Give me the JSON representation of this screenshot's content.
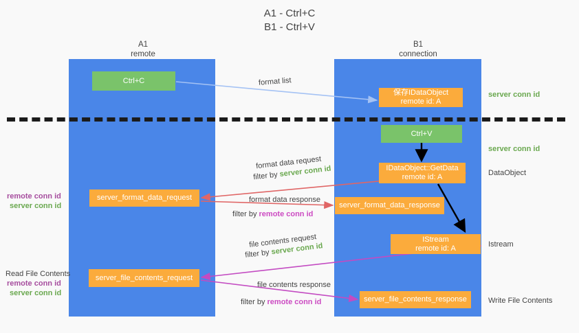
{
  "title": {
    "line1": "A1 - Ctrl+C",
    "line2": "B1 - Ctrl+V"
  },
  "columns": [
    {
      "id": "a1",
      "name": "A1",
      "subtitle": "remote"
    },
    {
      "id": "b1",
      "name": "B1",
      "subtitle": "connection"
    }
  ],
  "nodes": {
    "ctrl_c": "Ctrl+C",
    "store_dataobject": "保存IDataObject\nremote id: A",
    "store_dataobject_l1": "保存IDataObject",
    "store_dataobject_l2": "remote id: A",
    "ctrl_v": "Ctrl+V",
    "getdata_l1": "IDataObject::GetData",
    "getdata_l2": "remote id: A",
    "server_format_data_request": "server_format_data_request",
    "server_format_data_response": "server_format_data_response",
    "istream_l1": "IStream",
    "istream_l2": "remote id: A",
    "server_file_contents_request": "server_file_contents_request",
    "server_file_contents_response": "server_file_contents_response"
  },
  "edge_labels": {
    "format_list": "format list",
    "format_data_request": "format data request",
    "format_data_request_filter_prefix": "filter by ",
    "format_data_request_filter_key": "server conn id",
    "format_data_response": "format data response",
    "format_data_response_filter_prefix": "filter by ",
    "format_data_response_filter_key": "remote conn id",
    "file_contents_request": "file contents request",
    "file_contents_request_filter_prefix": "filter by ",
    "file_contents_request_filter_key": "server conn id",
    "file_contents_response": "file contents response",
    "file_contents_response_filter_prefix": "filter by ",
    "file_contents_response_filter_key": "remote conn id"
  },
  "left_labels": {
    "remote_conn_id_1": "remote conn id",
    "server_conn_id_1": "server conn id",
    "read_file_contents": "Read File Contents",
    "remote_conn_id_2": "remote conn id",
    "server_conn_id_2": "server conn id"
  },
  "right_labels": {
    "server_conn_id_top": "server conn id",
    "server_conn_id_mid": "server conn id",
    "dataobject": "DataObject",
    "istream": "Istream",
    "write_file_contents": "Write File Contents"
  },
  "colors": {
    "panel_blue": "#4a86e8",
    "node_green": "#7ac36a",
    "node_orange": "#fbab3c",
    "accent_green_text": "#6aa84f",
    "accent_purple_text": "#a64d9e",
    "accent_magenta_text": "#cc4bc2",
    "arrow_light_blue": "#a4c2f4",
    "arrow_red": "#e06666",
    "arrow_magenta": "#c34bc2",
    "arrow_black": "#000000",
    "divider_black": "#1b1b1b",
    "background": "#f9f9f9"
  }
}
